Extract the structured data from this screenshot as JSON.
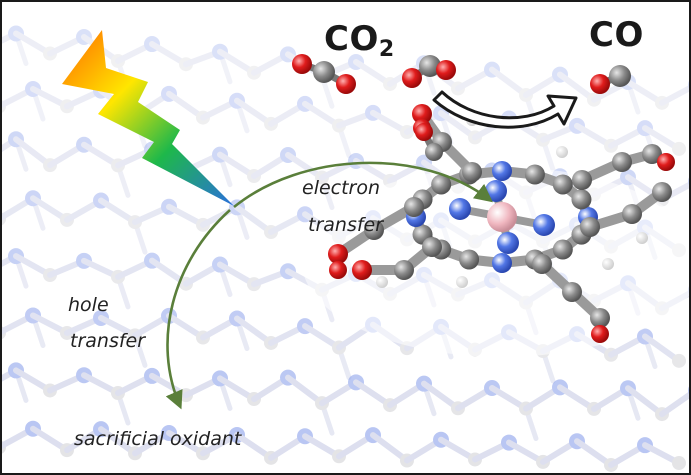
{
  "labels": {
    "reactant_main": "CO",
    "reactant_subscript": "2",
    "product": "CO",
    "electron_line1": "electron",
    "electron_line2": "transfer",
    "hole_line1": "hole",
    "hole_line2": "transfer",
    "oxidant": "sacrificial oxidant"
  },
  "colors": {
    "arrow_green": "#5a7f3a",
    "nitrogen_light": "#8fa4ec",
    "nitrogen_dark": "#3b5fd6",
    "carbon": "#8a8a8a",
    "oxygen": "#e01c1c",
    "metal_center": "#f0b7c0",
    "hydrogen": "#ffffff",
    "bolt_gradient": [
      "#ff6a00",
      "#ffe600",
      "#1eb84a",
      "#2a6fdc"
    ]
  },
  "icons": [
    "lightning-bolt-icon",
    "conversion-arrow-icon"
  ]
}
